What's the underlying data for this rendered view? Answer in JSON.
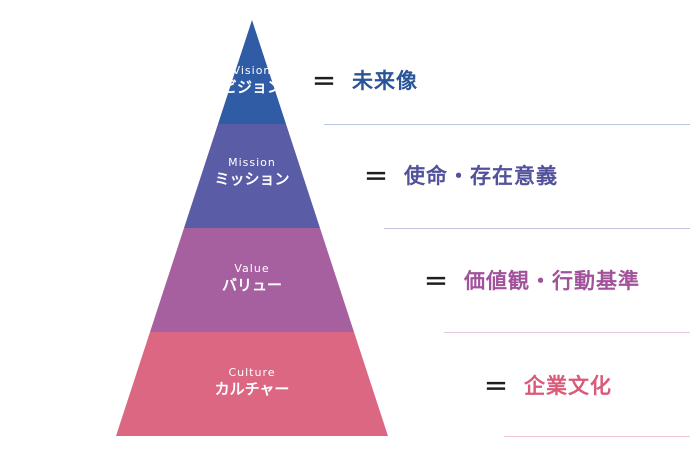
{
  "tiers": [
    {
      "en": "Vision",
      "ja": "ビジョン",
      "meaning": "未来像",
      "color": "#2f5ca5",
      "meaning_color": "#2a5498",
      "rule_color": "#b7c8e4"
    },
    {
      "en": "Mission",
      "ja": "ミッション",
      "meaning": "使命・存在意義",
      "color": "#5a5ca6",
      "meaning_color": "#52529c",
      "rule_color": "#c3c3e1"
    },
    {
      "en": "Value",
      "ja": "バリュー",
      "meaning": "価値観・行動基準",
      "color": "#a65f9f",
      "meaning_color": "#a1529b",
      "rule_color": "#e4c6e1"
    },
    {
      "en": "Culture",
      "ja": "カルチャー",
      "meaning": "企業文化",
      "color": "#db6783",
      "meaning_color": "#d95b79",
      "rule_color": "#f2c8d3"
    }
  ],
  "equals_sign": "＝"
}
